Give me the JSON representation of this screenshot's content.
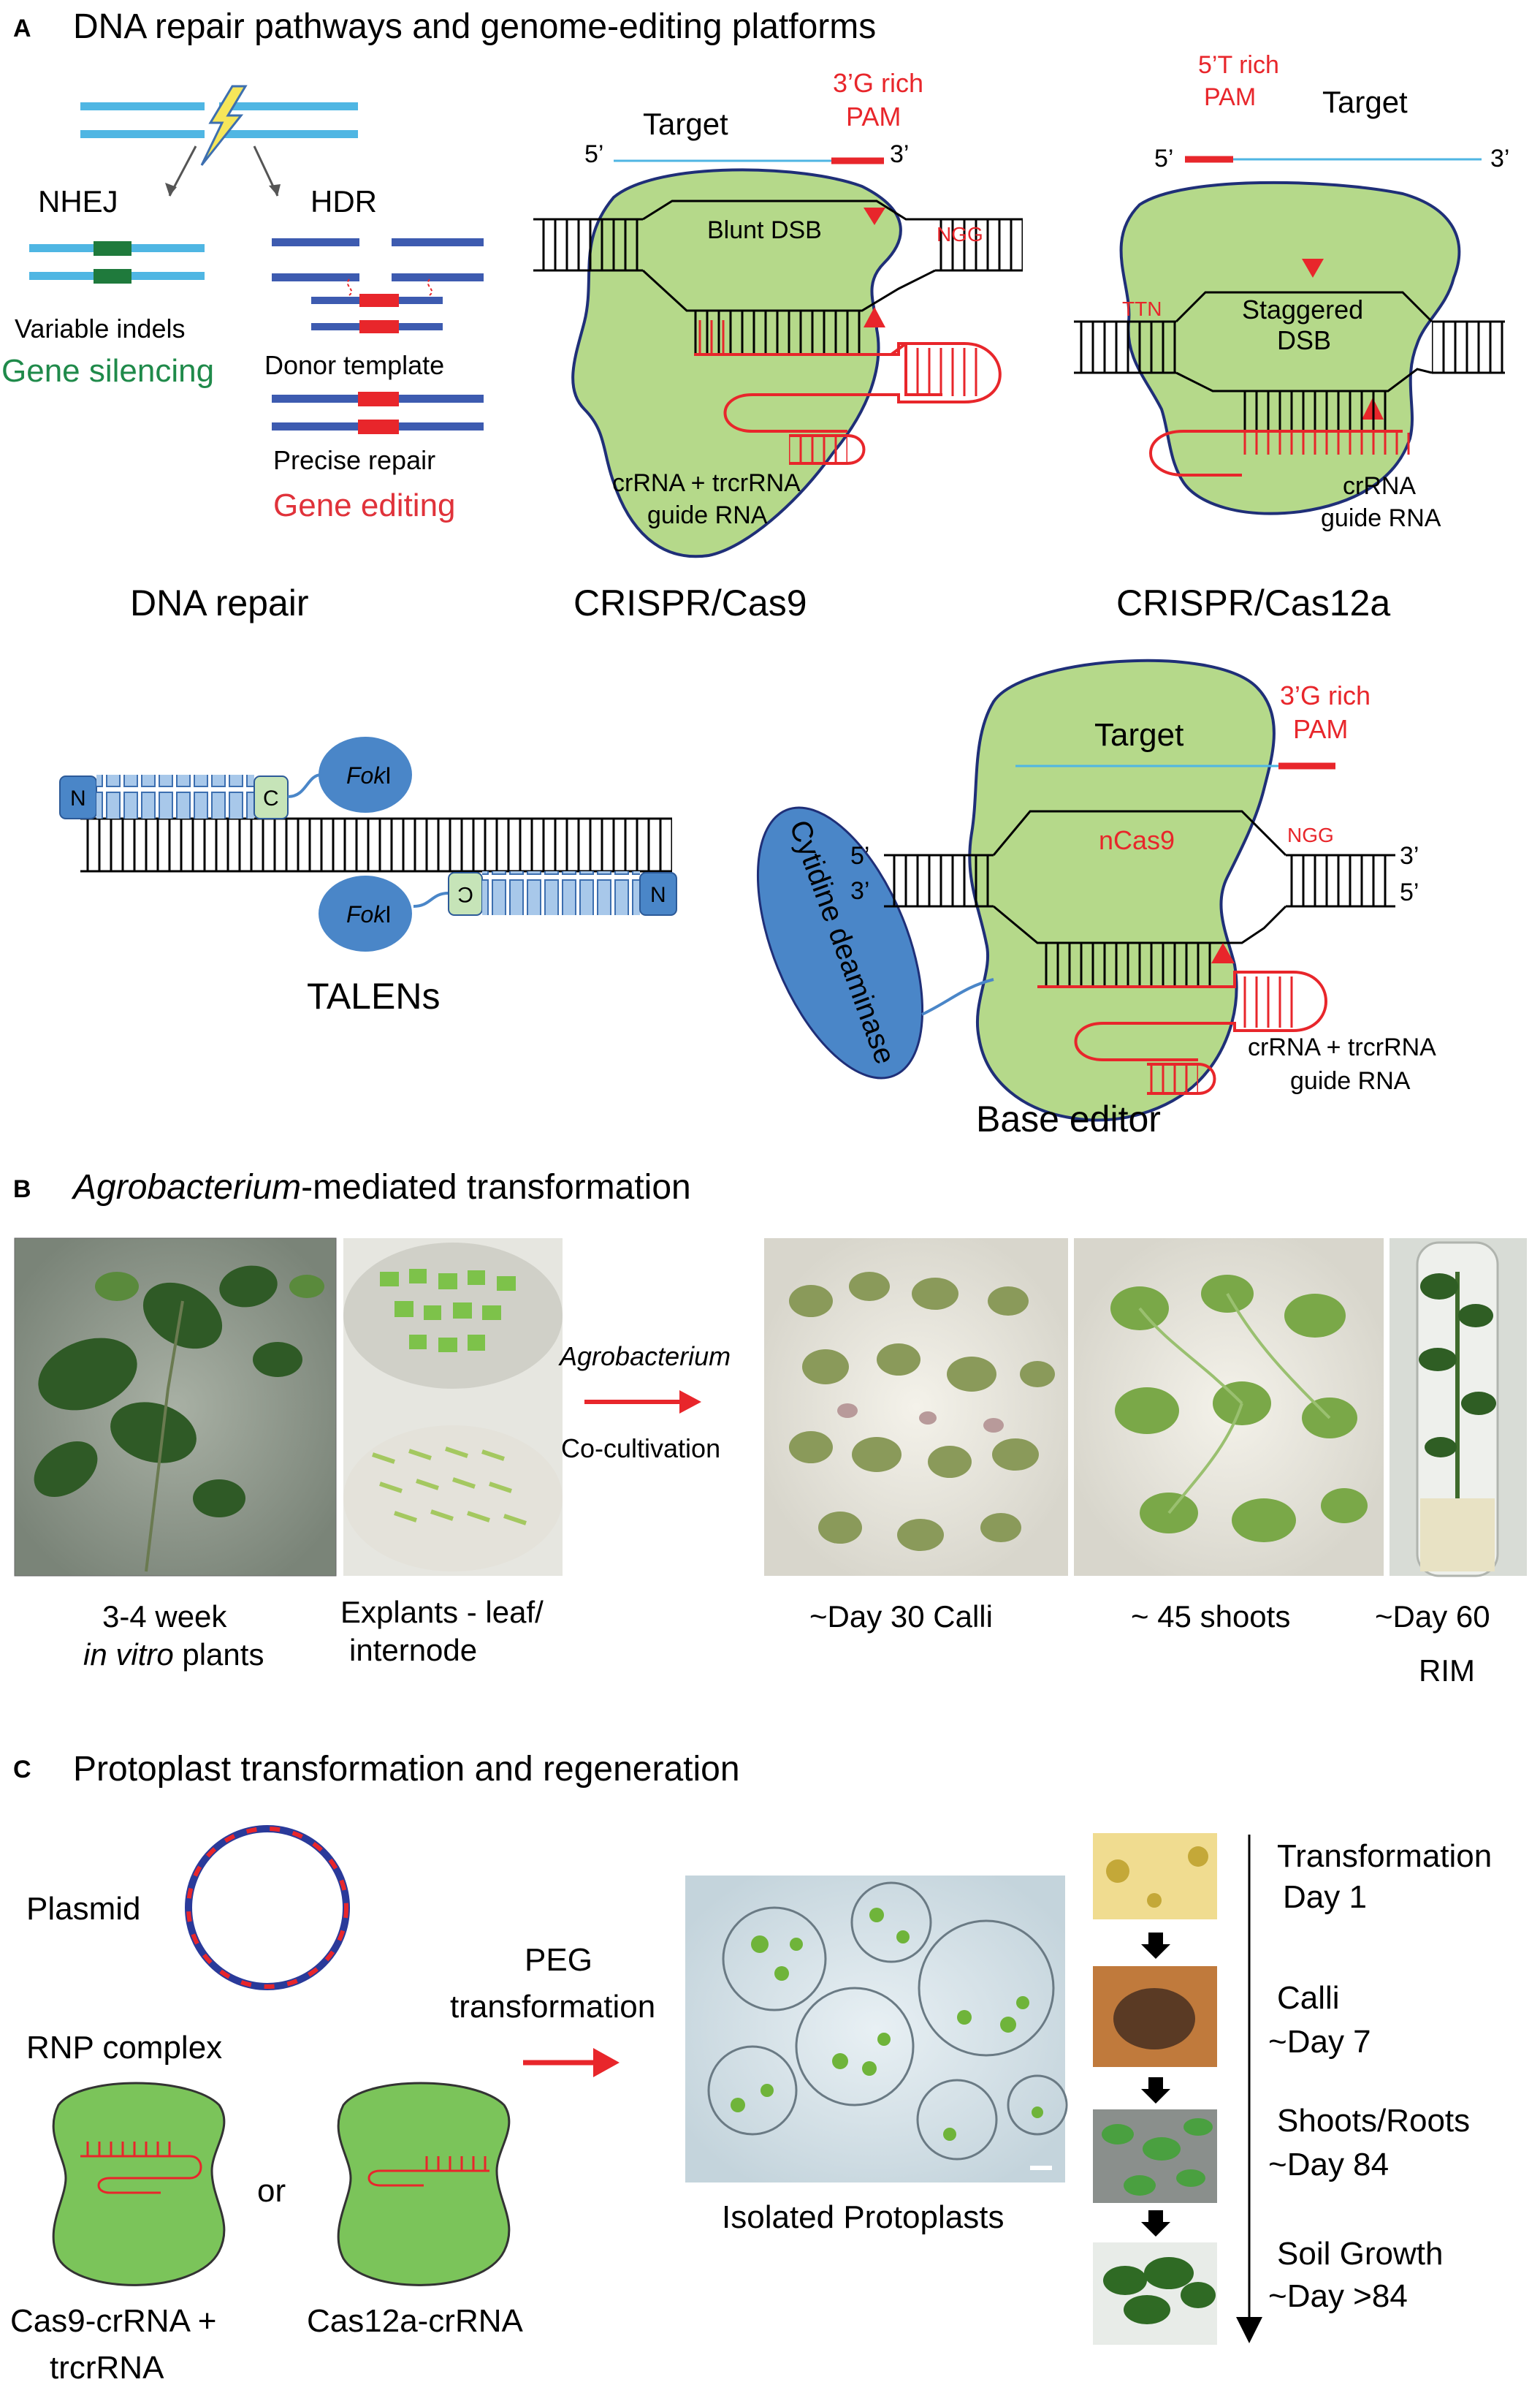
{
  "panel_a": {
    "letter": "A",
    "title": "DNA repair pathways and genome-editing platforms",
    "repair": {
      "nhej": "NHEJ",
      "hdr": "HDR",
      "variable_indels": "Variable indels",
      "gene_silencing": "Gene silencing",
      "donor_template": "Donor template",
      "precise_repair": "Precise repair",
      "gene_editing": "Gene editing",
      "caption": "DNA repair"
    },
    "cas9": {
      "target": "Target",
      "five": "5’",
      "three": "3’",
      "pam_line1": "3’G rich",
      "pam_line2": "PAM",
      "blunt": "Blunt DSB",
      "ngg": "NGG",
      "guide_line1": "crRNA + trcrRNA",
      "guide_line2": "guide RNA",
      "caption": "CRISPR/Cas9"
    },
    "cas12a": {
      "target": "Target",
      "five": "5’",
      "three": "3’",
      "pam_line1": "5’T rich",
      "pam_line2": "PAM",
      "ttn": "TTN",
      "staggered_line1": "Staggered",
      "staggered_line2": "DSB",
      "guide_line1": "crRNA",
      "guide_line2": "guide RNA",
      "caption": "CRISPR/Cas12a"
    },
    "talens": {
      "n": "N",
      "c": "C",
      "fok": "Fok",
      "fok_i": "I",
      "caption": "TALENs"
    },
    "base_editor": {
      "target": "Target",
      "pam_line1": "3’G rich",
      "pam_line2": "PAM",
      "ncas9": "nCas9",
      "ngg": "NGG",
      "five": "5’",
      "three": "3’",
      "deaminase": "Cytidine deaminase",
      "guide_line1": "crRNA + trcrRNA",
      "guide_line2": "guide RNA",
      "caption": "Base editor"
    }
  },
  "panel_b": {
    "letter": "B",
    "title_italic": "Agrobacterium",
    "title_rest": "-mediated transformation",
    "arrow_top": "Agrobacterium",
    "arrow_bottom": "Co-cultivation",
    "cap_plants_1": "3-4 week",
    "cap_plants_2_italic": "in vitro",
    "cap_plants_2_rest": " plants",
    "cap_explants_1": "Explants - leaf/",
    "cap_explants_2": "internode",
    "cap_calli": "~Day 30 Calli",
    "cap_shoots": "~ 45  shoots",
    "cap_rim_1": "~Day 60",
    "cap_rim_2": "RIM"
  },
  "panel_c": {
    "letter": "C",
    "title": "Protoplast transformation and regeneration",
    "plasmid": "Plasmid",
    "rnp": "RNP complex",
    "or": "or",
    "cas9_label_1": "Cas9-crRNA +",
    "cas9_label_2": "trcrRNA",
    "cas12a_label": "Cas12a-crRNA",
    "peg_1": "PEG",
    "peg_2": "transformation",
    "isolated": "Isolated Protoplasts",
    "step1_1": "Transformation",
    "step1_2": "Day 1",
    "step2_1": "Calli",
    "step2_2": "~Day 7",
    "step3_1": "Shoots/Roots",
    "step3_2": "~Day 84",
    "step4_1": "Soil Growth",
    "step4_2": "~Day >84"
  },
  "colors": {
    "dna_light": "#4fb6e3",
    "dna_dark": "#3d5bb0",
    "green_block": "#1f7a3c",
    "red": "#e8262b",
    "protein_green": "#b5d98a",
    "protein_outline": "#1f2f78",
    "tal_blue": "#4a86c8",
    "silencing_green": "#1f8a4a",
    "editing_red": "#e0323a"
  }
}
